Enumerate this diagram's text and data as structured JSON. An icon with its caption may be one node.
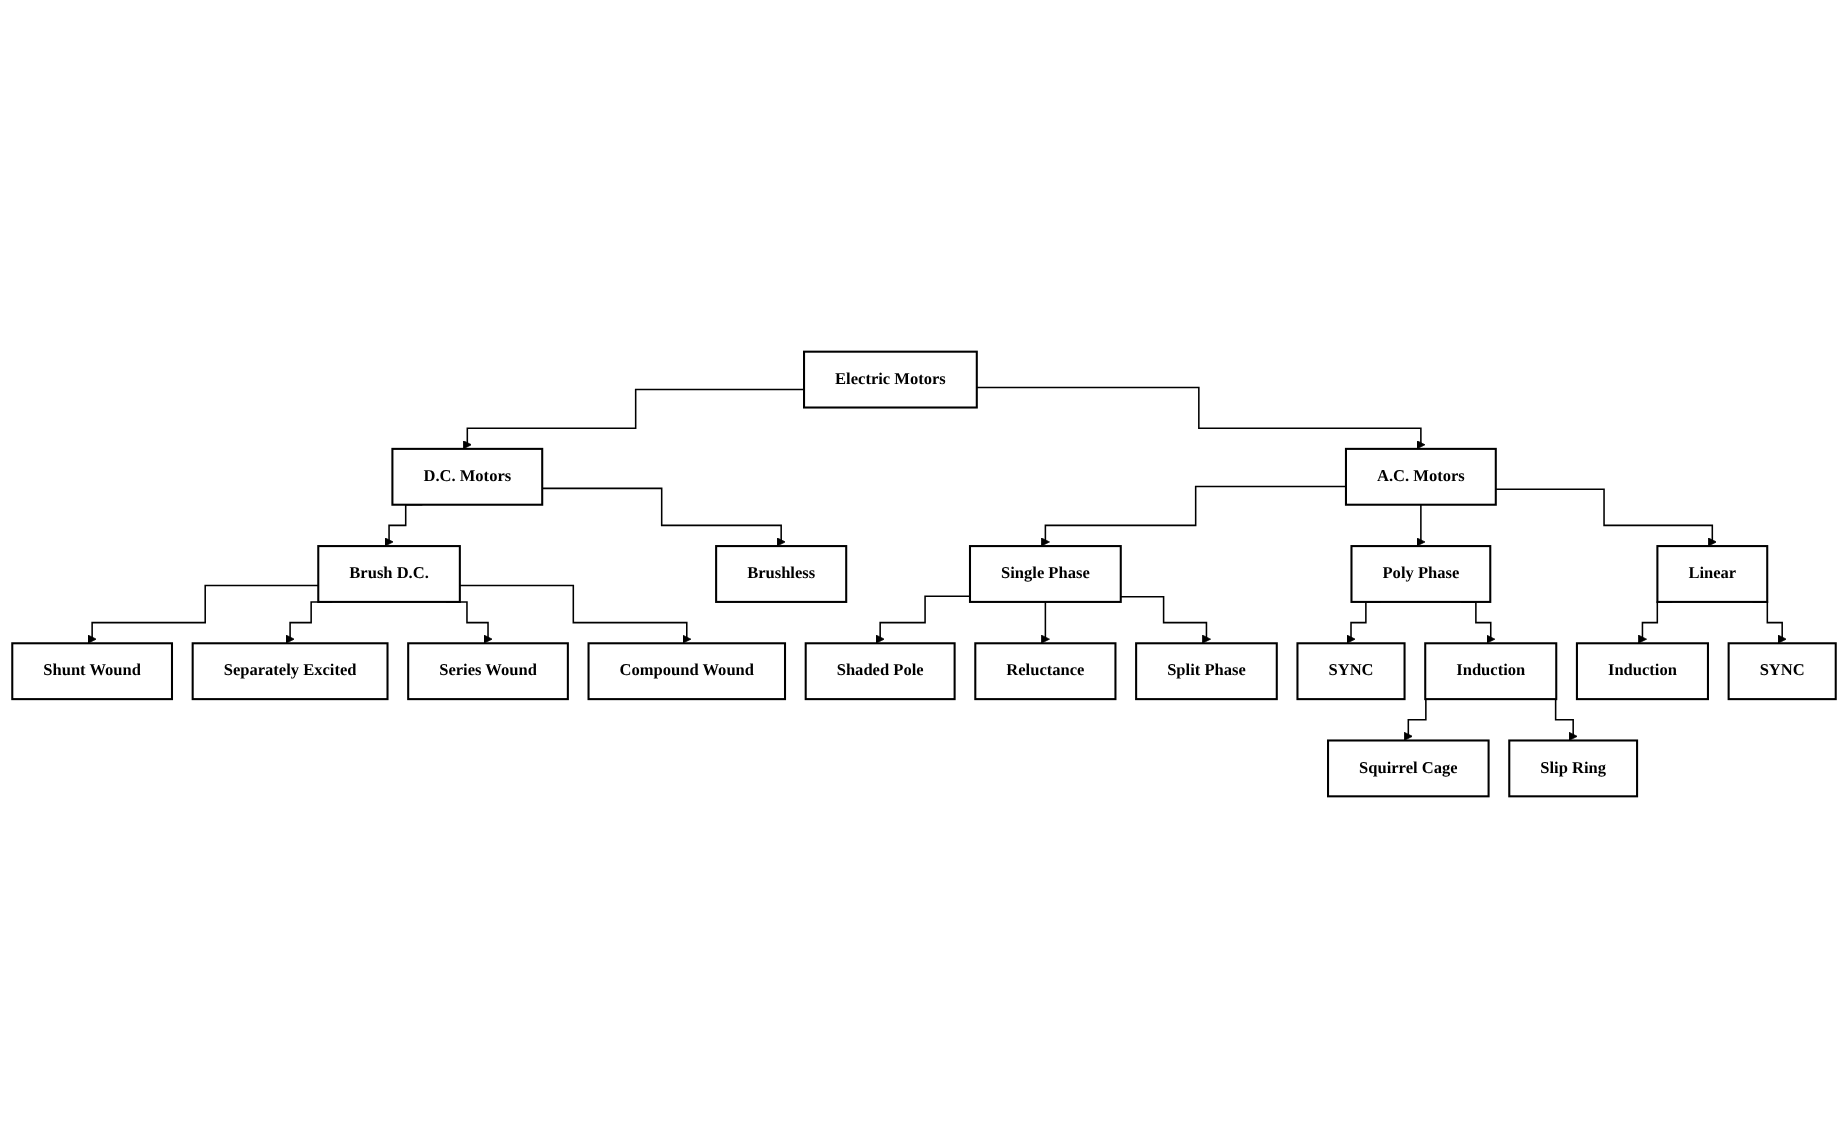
{
  "diagram": {
    "nodes": [
      {
        "text": [
          "Electric Motors"
        ]
      },
      {
        "text": [
          "D.C. Motors"
        ]
      },
      {
        "text": [
          "A.C. Motors"
        ]
      },
      {
        "text": [
          "Brush D.C."
        ]
      },
      {
        "text": [
          "Brushless"
        ]
      },
      {
        "text": [
          "Single Phase"
        ]
      },
      {
        "text": [
          "Poly Phase"
        ]
      },
      {
        "text": [
          "Linear"
        ]
      },
      {
        "text": [
          "Shunt Wound"
        ]
      },
      {
        "text": [
          "Separately Excited"
        ]
      },
      {
        "text": [
          "Series Wound"
        ]
      },
      {
        "text": [
          "Compound Wound"
        ]
      },
      {
        "text": [
          "Shaded Pole"
        ]
      },
      {
        "text": [
          "Reluctance"
        ]
      },
      {
        "text": [
          "Split Phase"
        ]
      },
      {
        "text": [
          "SYNC"
        ]
      },
      {
        "text": [
          "Induction"
        ]
      },
      {
        "text": [
          "Induction"
        ]
      },
      {
        "text": [
          "SYNC"
        ]
      },
      {
        "text": [
          "Squirrel Cage"
        ]
      },
      {
        "text": [
          "Slip Ring"
        ]
      }
    ],
    "edges": [
      {
        "from": 0,
        "to": 1,
        "arrow": "to"
      },
      {
        "from": 0,
        "to": 2,
        "arrow": "to"
      },
      {
        "from": 1,
        "to": 3,
        "arrow": "to"
      },
      {
        "from": 1,
        "to": 4,
        "arrow": "to"
      },
      {
        "from": 2,
        "to": 5,
        "arrow": "to"
      },
      {
        "from": 2,
        "to": 6,
        "arrow": "to"
      },
      {
        "from": 2,
        "to": 7,
        "arrow": "to"
      },
      {
        "from": 3,
        "to": 8,
        "arrow": "to"
      },
      {
        "from": 3,
        "to": 9,
        "arrow": "to"
      },
      {
        "from": 3,
        "to": 10,
        "arrow": "to"
      },
      {
        "from": 3,
        "to": 11,
        "arrow": "to"
      },
      {
        "from": 5,
        "to": 12,
        "arrow": "to"
      },
      {
        "from": 5,
        "to": 13,
        "arrow": "to"
      },
      {
        "from": 5,
        "to": 14,
        "arrow": "to"
      },
      {
        "from": 6,
        "to": 15,
        "arrow": "to"
      },
      {
        "from": 6,
        "to": 16,
        "arrow": "to"
      },
      {
        "from": 7,
        "to": 17,
        "arrow": "to"
      },
      {
        "from": 7,
        "to": 18,
        "arrow": "to"
      },
      {
        "from": 16,
        "to": 19,
        "arrow": "to"
      },
      {
        "from": 16,
        "to": 20,
        "arrow": "to"
      }
    ]
  }
}
